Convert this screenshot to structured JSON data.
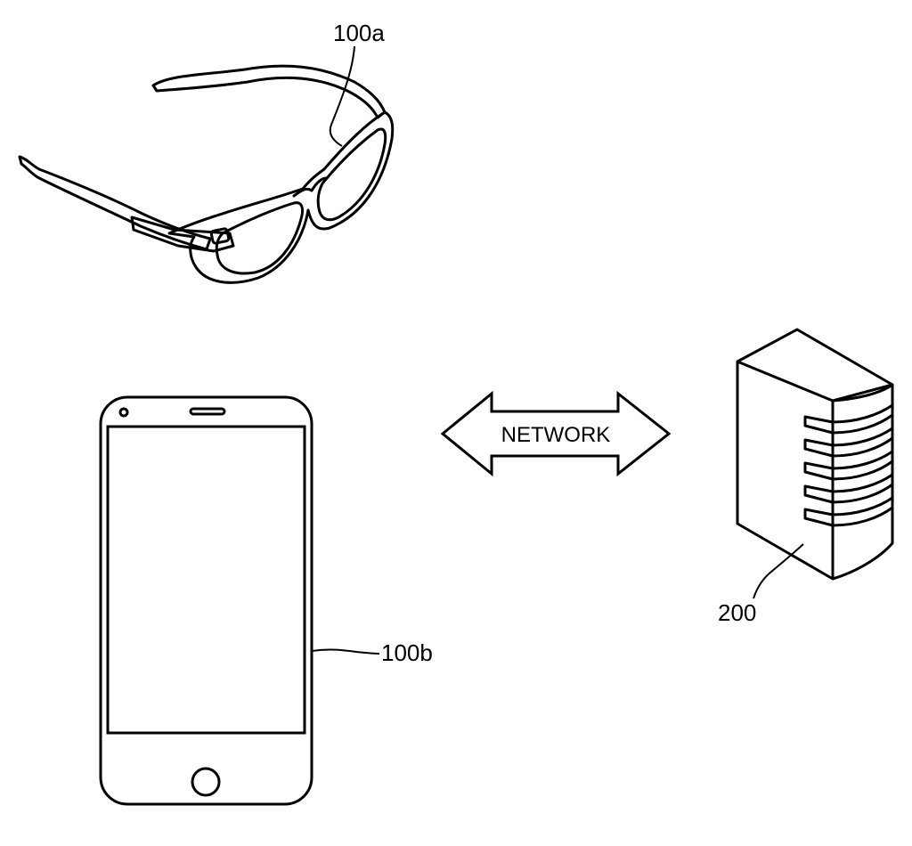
{
  "labels": {
    "glasses": "100a",
    "phone": "100b",
    "server": "200",
    "network": "NETWORK"
  },
  "colors": {
    "line": "#000000",
    "background": "#ffffff"
  }
}
